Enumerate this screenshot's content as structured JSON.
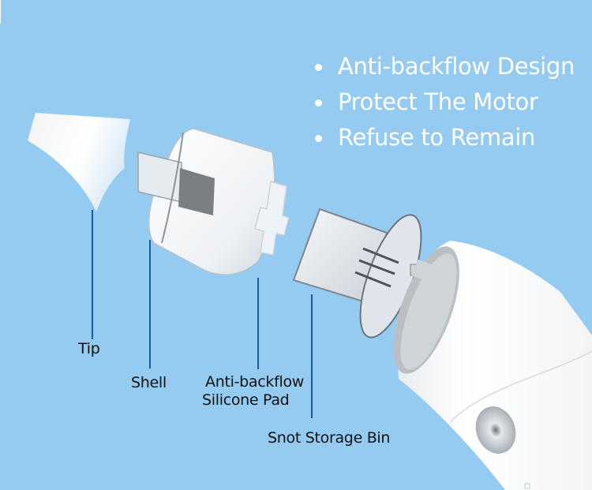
{
  "features": [
    "Anti-backflow Design",
    "Protect The Motor",
    "Refuse to Remain"
  ],
  "labels": {
    "tip": "Tip",
    "shell": "Shell",
    "pad_line1": "Anti-backflow",
    "pad_line2": "Silicone Pad",
    "bin": "Snot Storage Bin"
  },
  "colors": {
    "background": "#96CBF1",
    "feature_text": "#FFFFFF",
    "label_text": "#111111",
    "leader_line": "#1A5C9E"
  }
}
